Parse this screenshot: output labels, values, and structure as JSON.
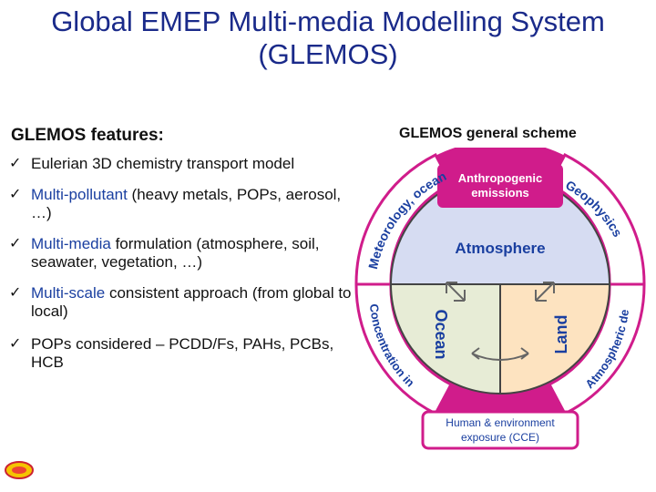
{
  "title": [
    "Global EMEP Multi-media Modelling System",
    "(GLEMOS)"
  ],
  "features_heading": "GLEMOS features:",
  "check_glyph": "✓",
  "features": [
    {
      "plain_before": "",
      "highlight": "",
      "plain_after": "Eulerian 3D chemistry transport model"
    },
    {
      "plain_before": "",
      "highlight": "Multi-pollutant",
      "plain_after": " (heavy metals, POPs, aerosol, …)"
    },
    {
      "plain_before": "",
      "highlight": "Multi-media",
      "plain_after": " formulation (atmosphere, soil, seawater, vegetation, …)"
    },
    {
      "plain_before": "",
      "highlight": "Multi-scale",
      "plain_after": " consistent approach (from global to local)"
    },
    {
      "plain_before": "POPs considered – PCDD/Fs, PAHs, PCBs, HCB",
      "highlight": "",
      "plain_after": ""
    }
  ],
  "scheme": {
    "heading": "GLEMOS general scheme",
    "anthropogenic": [
      "Anthropogenic",
      "emissions"
    ],
    "atmosphere": "Atmosphere",
    "ocean": "Ocean",
    "land": "Land",
    "human": [
      "Human & environment",
      "exposure (CCE)"
    ],
    "ring_meteo": "Meteorology, ocean data",
    "ring_geo": "Geophysics",
    "ring_conc": "Concentration in media",
    "ring_dep": "Atmospheric deposition",
    "colors": {
      "ring_magenta": "#d01c8b",
      "atmosphere": "#d6dcf2",
      "ocean": "#e7ecd6",
      "land": "#fde3c0",
      "text_blue": "#1a3fa0"
    }
  }
}
